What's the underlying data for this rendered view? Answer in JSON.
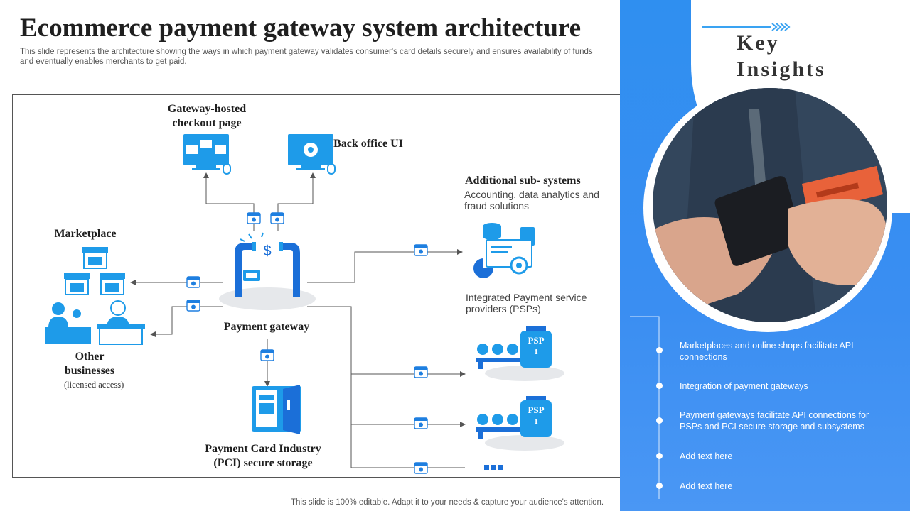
{
  "header": {
    "title": "Ecommerce payment gateway system architecture",
    "subtitle": "This slide represents the architecture showing the ways in which payment gateway validates consumer's card details securely and ensures availability of funds and eventually enables merchants to get paid."
  },
  "diagram": {
    "checkout_page": "Gateway-hosted checkout page",
    "back_office": "Back office UI",
    "marketplace": "Marketplace",
    "other_businesses": "Other businesses",
    "licensed_access": "(licensed access)",
    "payment_gateway": "Payment gateway",
    "pci_storage": "Payment Card Industry (PCI) secure storage",
    "sub_systems_title": "Additional sub- systems",
    "sub_systems_desc": "Accounting, data analytics and fraud solutions",
    "psp_label": "Integrated Payment service providers (PSPs)",
    "psp_badge_1": "PSP",
    "psp_badge_1_num": "1",
    "psp_badge_2": "PSP",
    "psp_badge_2_num": "1"
  },
  "panel": {
    "title_line1": "Key",
    "title_line2": "Insights",
    "insights": [
      "Marketplaces and online shops facilitate API connections",
      "Integration  of payment gateways",
      "Payment gateways facilitate API connections for PSPs and PCI secure storage and subsystems",
      "Add text here",
      "Add text here"
    ]
  },
  "footer": "This slide is 100% editable. Adapt it to your needs & capture your audience's attention.",
  "colors": {
    "accent": "#2f8ff0",
    "icon_blue": "#1e9be9",
    "icon_dark": "#1b6fd8"
  }
}
